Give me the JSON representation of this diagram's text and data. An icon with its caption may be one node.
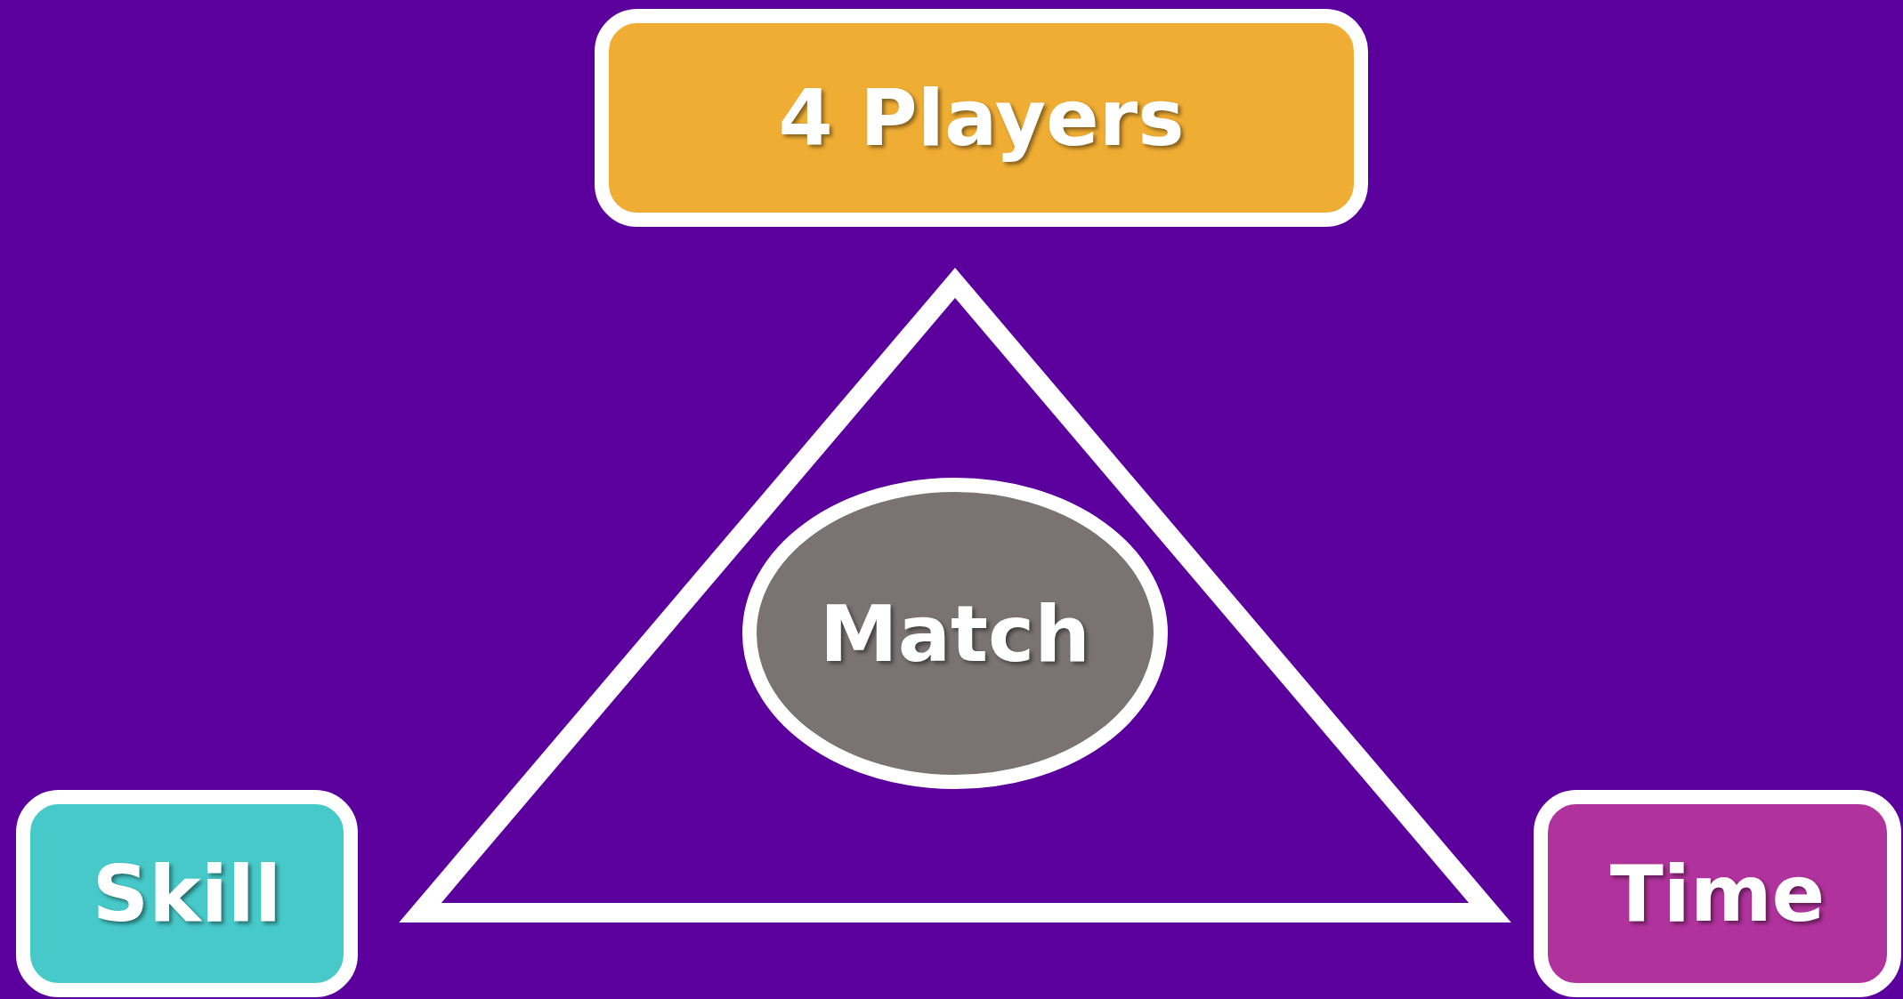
{
  "diagram": {
    "nodes": [
      {
        "text": [
          "4 Players"
        ]
      },
      {
        "text": [
          "Match"
        ]
      },
      {
        "text": [
          "Skill"
        ]
      },
      {
        "text": [
          "Time"
        ]
      }
    ]
  }
}
